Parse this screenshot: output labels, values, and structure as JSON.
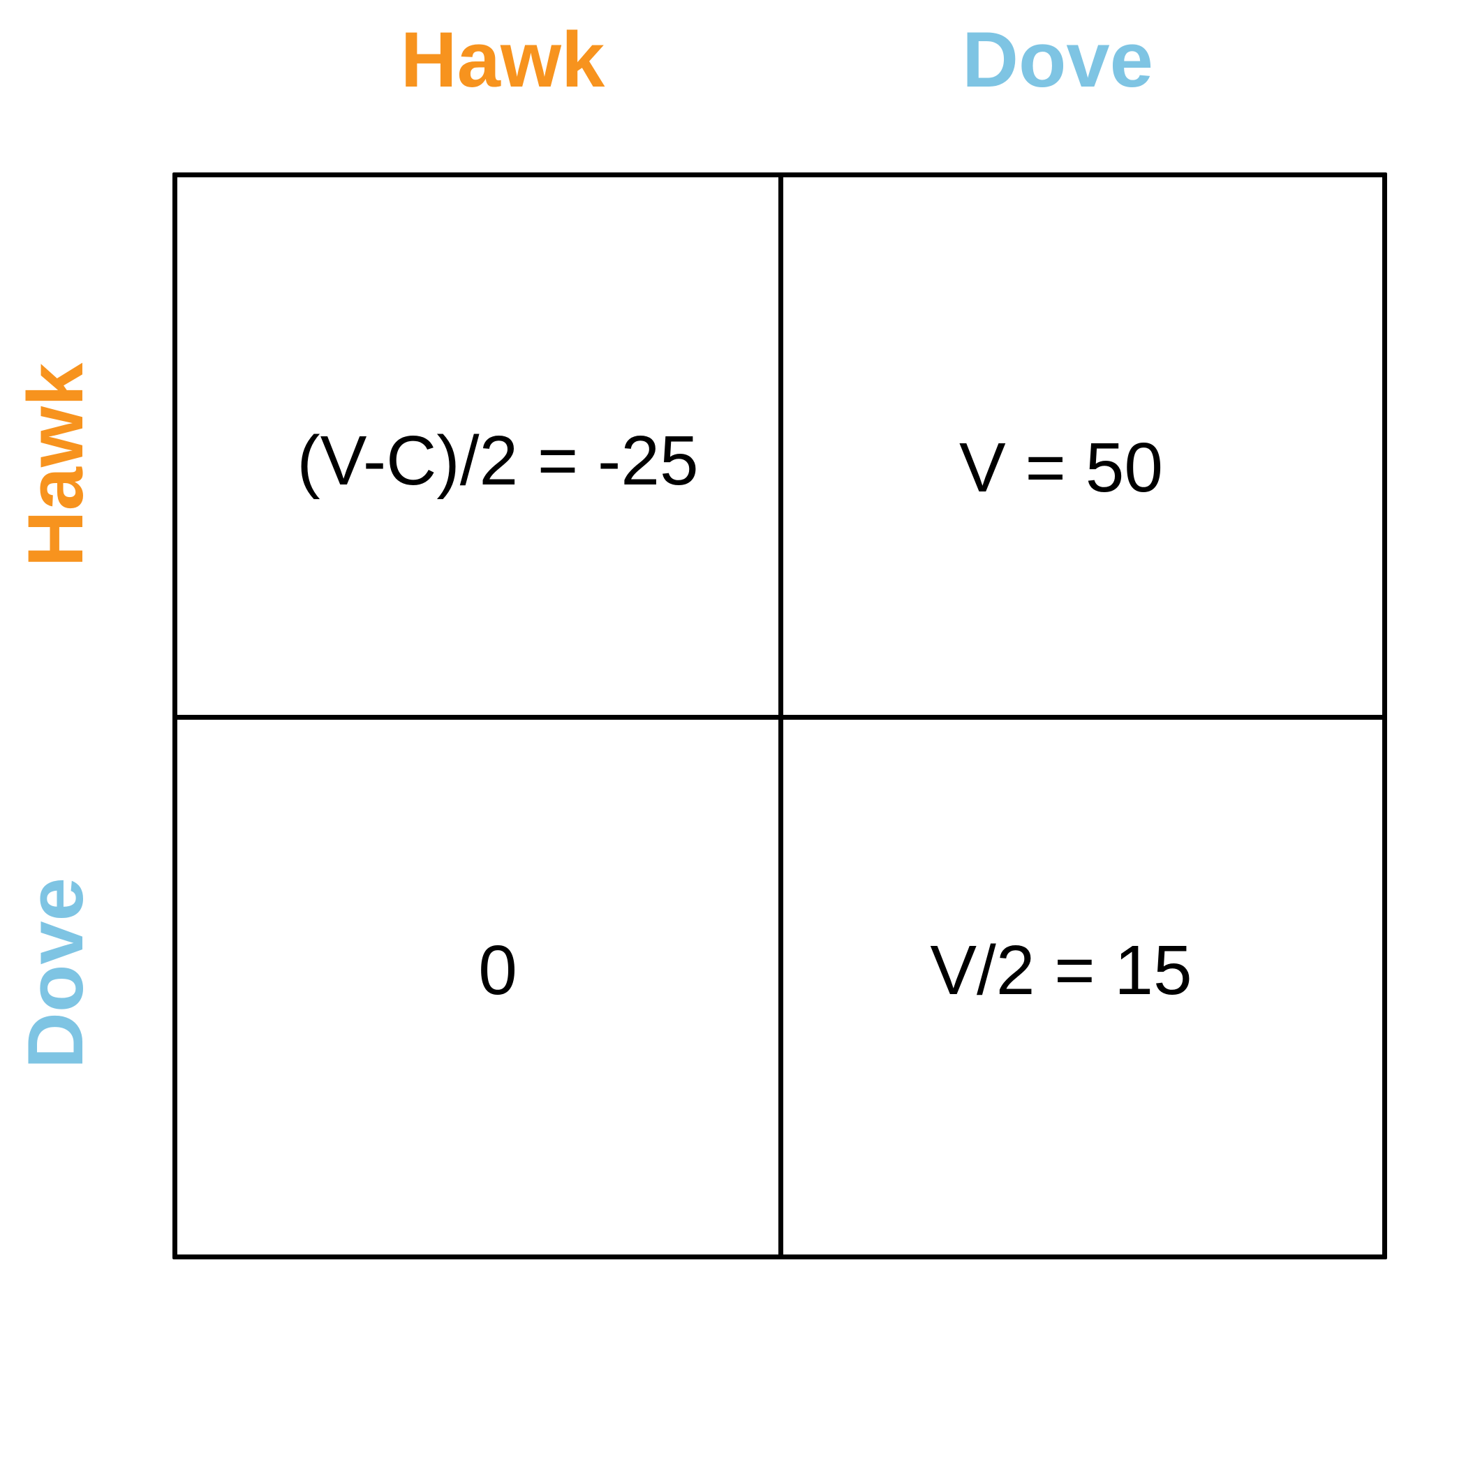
{
  "colors": {
    "hawk": "#F7931E",
    "dove": "#7EC4E3",
    "grid": "#000000",
    "text": "#000000"
  },
  "columns": {
    "hawk": "Hawk",
    "dove": "Dove"
  },
  "rows": {
    "hawk": "Hawk",
    "dove": "Dove"
  },
  "cells": {
    "hawk_hawk": "(V-C)/2 = -25",
    "hawk_dove": "V = 50",
    "dove_hawk": "0",
    "dove_dove": "V/2 = 15"
  }
}
